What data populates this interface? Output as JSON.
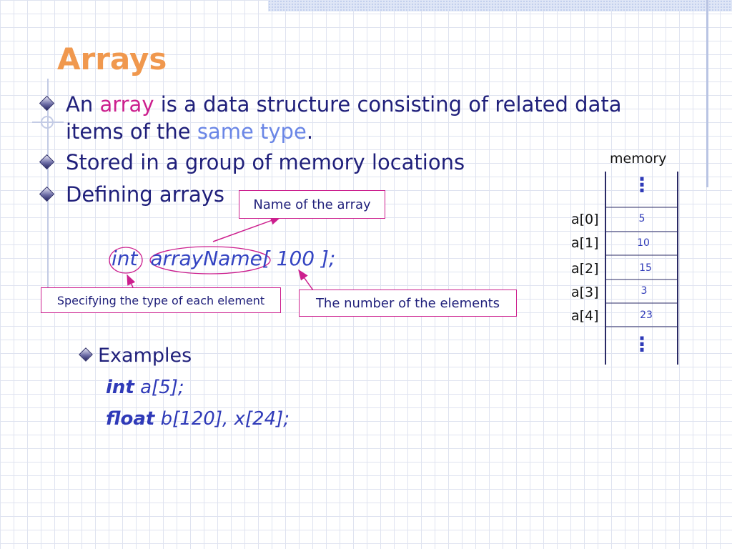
{
  "slide": {
    "title": "Arrays",
    "bullet1": {
      "pre": "An",
      "term": "array",
      "mid": "is a data structure consisting of related data",
      "line2_pre": "items of the",
      "term2": "same type",
      "line2_post": "."
    },
    "bullet2": "Stored in a group of memory locations",
    "bullet3": "Defining arrays",
    "declaration": {
      "type_kw": "int",
      "name": "arrayName",
      "size": "[ 100 ];"
    },
    "annotations": {
      "name": "Name of the array",
      "type": "Specifying the type of each element",
      "count": "The number of the elements"
    },
    "examples": {
      "heading": "Examples",
      "line1_kw": "int",
      "line1_rest": "a[5];",
      "line2_kw": "float",
      "line2_rest": "b[120], x[24];"
    },
    "memory": {
      "label": "memory",
      "dots": "⋮",
      "cells": [
        {
          "index": "a[0]",
          "value": "5"
        },
        {
          "index": "a[1]",
          "value": "10"
        },
        {
          "index": "a[2]",
          "value": "15"
        },
        {
          "index": "a[3]",
          "value": "3"
        },
        {
          "index": "a[4]",
          "value": "23"
        }
      ]
    }
  },
  "colors": {
    "title": "#f0984e",
    "text": "#1f1f7a",
    "highlight_pink": "#cc1f8e",
    "highlight_blue": "#6a86e6",
    "code": "#3444c2"
  }
}
